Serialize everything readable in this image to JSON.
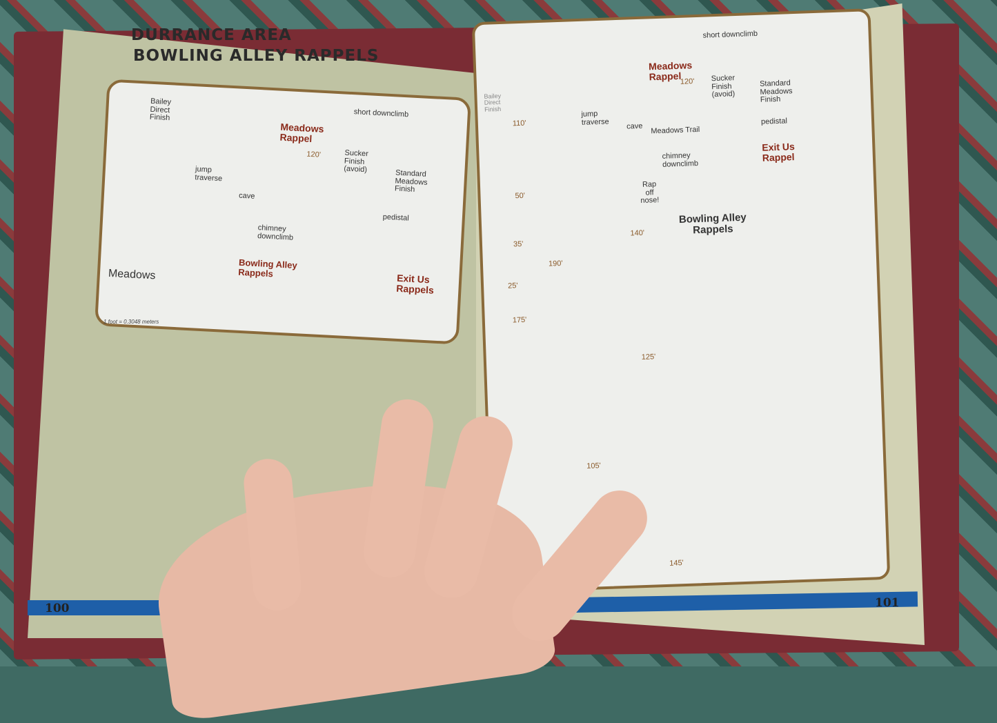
{
  "left_page": {
    "title_line1": "DURRANCE AREA",
    "title_line2": "BOWLING ALLEY RAPPELS",
    "map_labels": [
      "Bailey Direct Finish",
      "short downclimb",
      "Meadows Rappel",
      "120'",
      "Sucker Finish (avoid)",
      "Standard Meadows Finish",
      "jump traverse",
      "cave",
      "pedistal",
      "chimney downclimb",
      "Bowling Alley Rappels",
      "Exit Us Rappels",
      "Meadows"
    ],
    "scale_note": "1 foot = 0.3048 meters",
    "page_number": "100"
  },
  "right_page": {
    "map_labels": [
      "short downclimb",
      "Bailey Direct Finish",
      "Meadows Rappel",
      "120'",
      "Sucker Finish (avoid)",
      "Standard Meadows Finish",
      "jump traverse",
      "cave",
      "Meadows Trail",
      "pedistal",
      "chimney downclimb",
      "Exit Us Rappel",
      "Rap off nose!",
      "110'",
      "50'",
      "35'",
      "25'",
      "175'",
      "190'",
      "140'",
      "125'",
      "105'",
      "145'",
      "Bowling Alley Rappels"
    ],
    "page_number": "101"
  },
  "colors": {
    "page_bar": "#1e5fa8",
    "rappel_red": "#8a2a1a",
    "map_border": "#8a6a3a"
  }
}
